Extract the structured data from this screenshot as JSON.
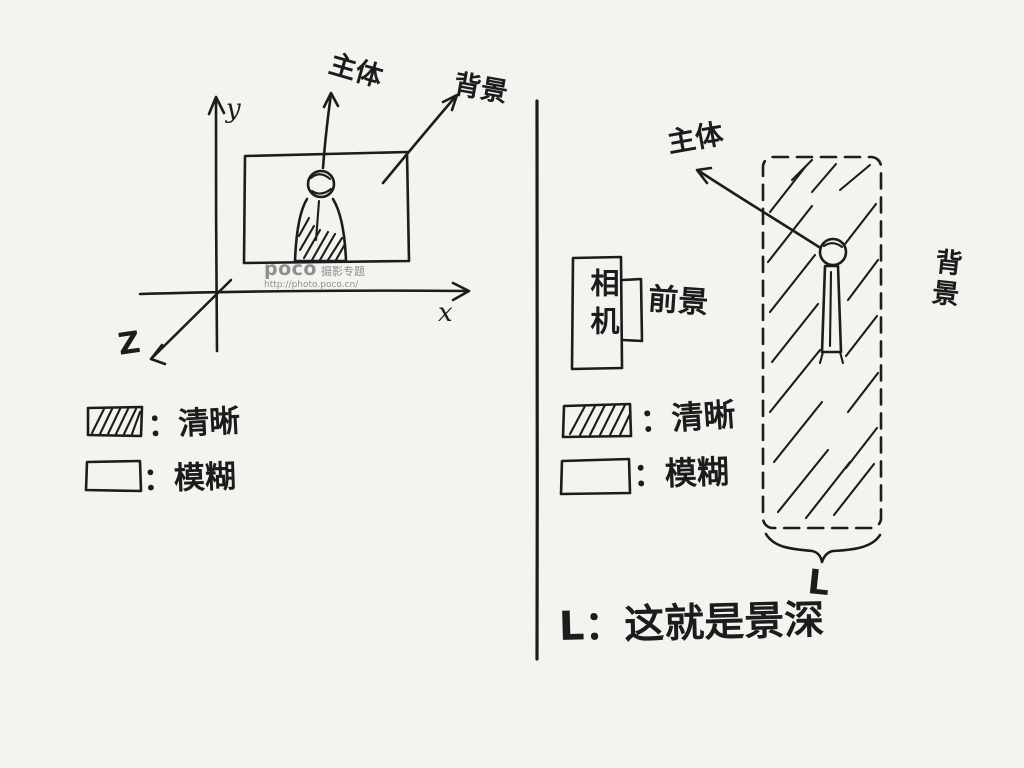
{
  "canvas": {
    "bg": "#f4f3ef",
    "ink": "#1c1c1c"
  },
  "watermark": {
    "brand": "poco",
    "topic": "摄影专题",
    "url": "http://photo.poco.cn/"
  },
  "left": {
    "axis_y": "y",
    "axis_x": "x",
    "axis_z": "Z",
    "subject_label": "主体",
    "background_label": "背景",
    "legend_clear": "：清晰",
    "legend_blur": "：模糊"
  },
  "right": {
    "camera_label": "相机",
    "foreground_label": "前景",
    "subject_label": "主体",
    "background_label": "背景",
    "legend_clear": "：清晰",
    "legend_blur": "：模糊",
    "brace_label": "L",
    "caption": "L：这就是景深"
  }
}
